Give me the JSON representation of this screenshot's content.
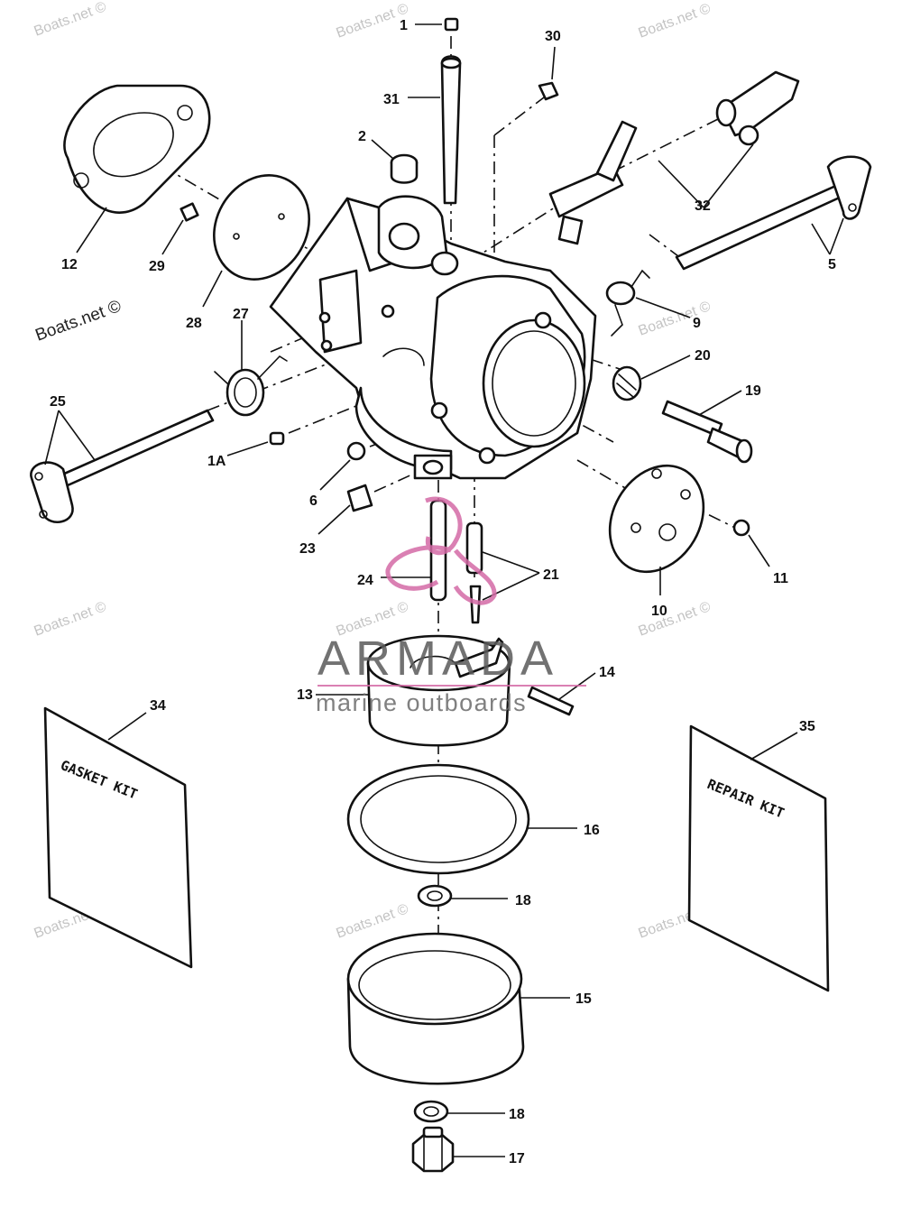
{
  "watermark": {
    "text": "Boats.net ©"
  },
  "brand": {
    "name": "ARMADA",
    "tagline": "marine outboards",
    "logo_color": "#d46aa6"
  },
  "kits": {
    "gasket": "GASKET KIT",
    "repair": "REPAIR KIT"
  },
  "callouts": {
    "c1": "1",
    "c1a": "1A",
    "c2": "2",
    "c5": "5",
    "c6": "6",
    "c9": "9",
    "c10": "10",
    "c11": "11",
    "c12": "12",
    "c13": "13",
    "c14": "14",
    "c15": "15",
    "c16": "16",
    "c17": "17",
    "c18a": "18",
    "c18b": "18",
    "c19": "19",
    "c20": "20",
    "c21": "21",
    "c23": "23",
    "c24": "24",
    "c25": "25",
    "c27": "27",
    "c28": "28",
    "c29": "29",
    "c30": "30",
    "c31": "31",
    "c32": "32",
    "c34": "34",
    "c35": "35"
  }
}
